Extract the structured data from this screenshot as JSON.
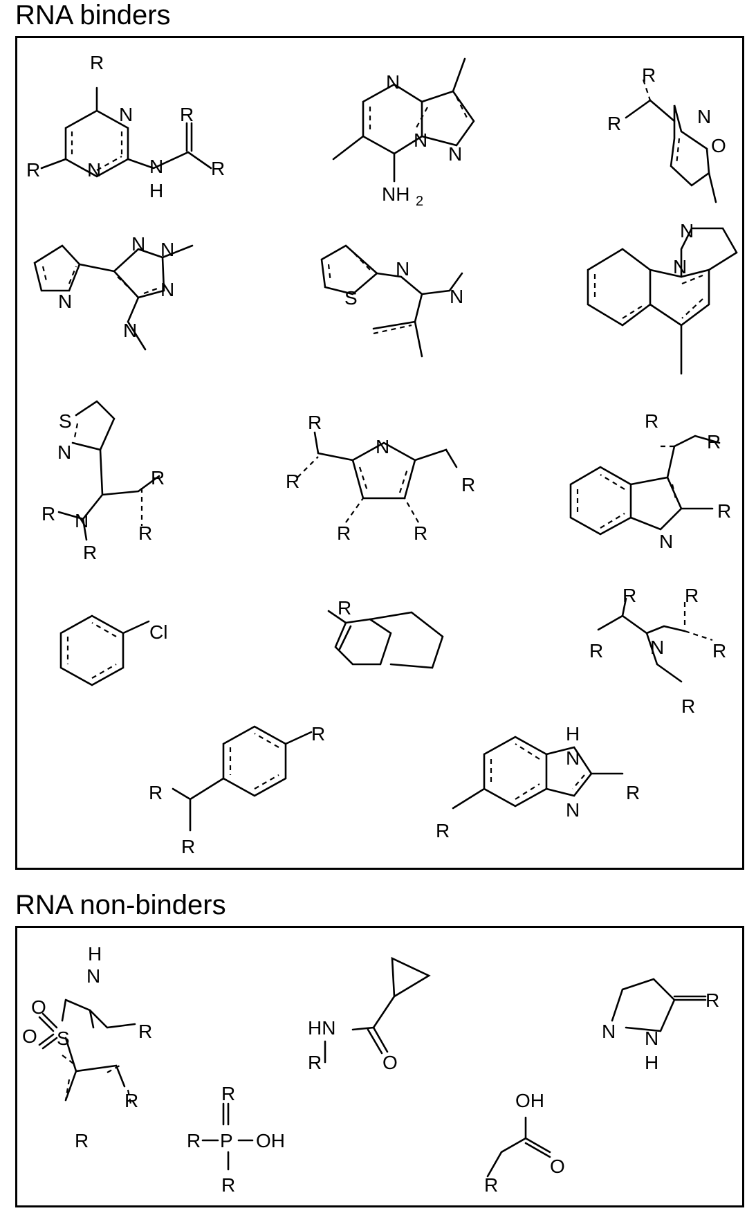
{
  "binders": {
    "title": "RNA binders",
    "labels": {
      "R": "R",
      "N": "N",
      "H": "H",
      "O": "O",
      "S": "S",
      "Cl": "Cl",
      "NH2": "NH",
      "NH2_sub": "2",
      "HN": "HN",
      "P": "P",
      "OH": "OH"
    }
  },
  "nonbinders": {
    "title": "RNA non-binders"
  }
}
